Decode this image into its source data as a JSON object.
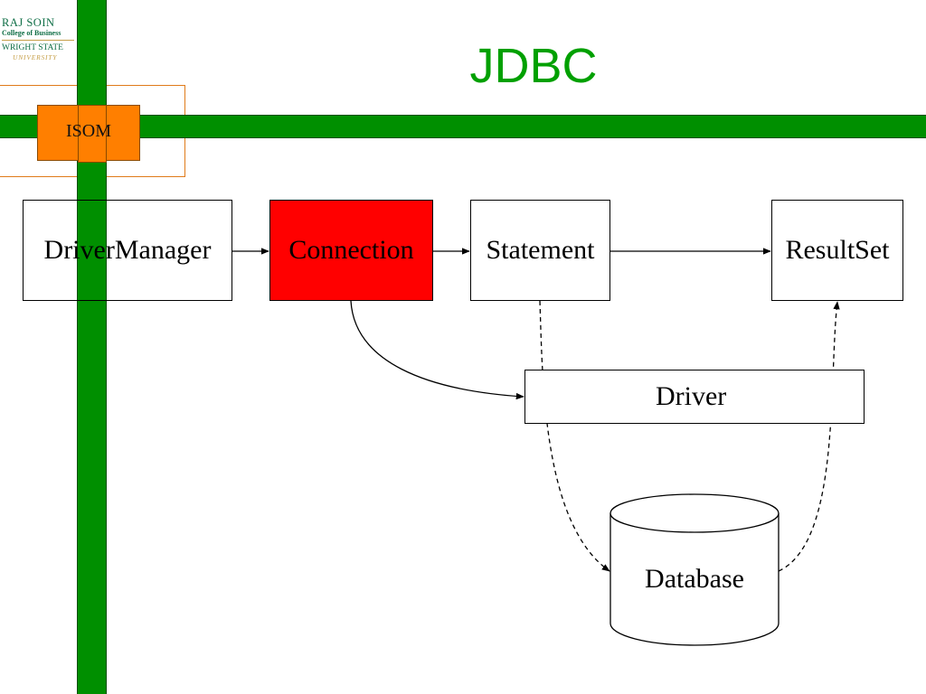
{
  "logo": {
    "line1": "RAJ SOIN",
    "line2": "College of Business",
    "line3": "WRIGHT STATE",
    "line4": "UNIVERSITY"
  },
  "badge": {
    "label": "ISOM"
  },
  "slide": {
    "title": "JDBC"
  },
  "diagram": {
    "nodes": {
      "driver_manager": "DriverManager",
      "connection": "Connection",
      "statement": "Statement",
      "result_set": "ResultSet",
      "driver": "Driver",
      "database": "Database"
    },
    "highlight_color": "#ff0000"
  },
  "colors": {
    "green_bar": "#008f00",
    "title_green": "#00a000",
    "badge_orange": "#ff7f00",
    "logo_green": "#0f6e46",
    "logo_gold": "#c6a04a"
  }
}
